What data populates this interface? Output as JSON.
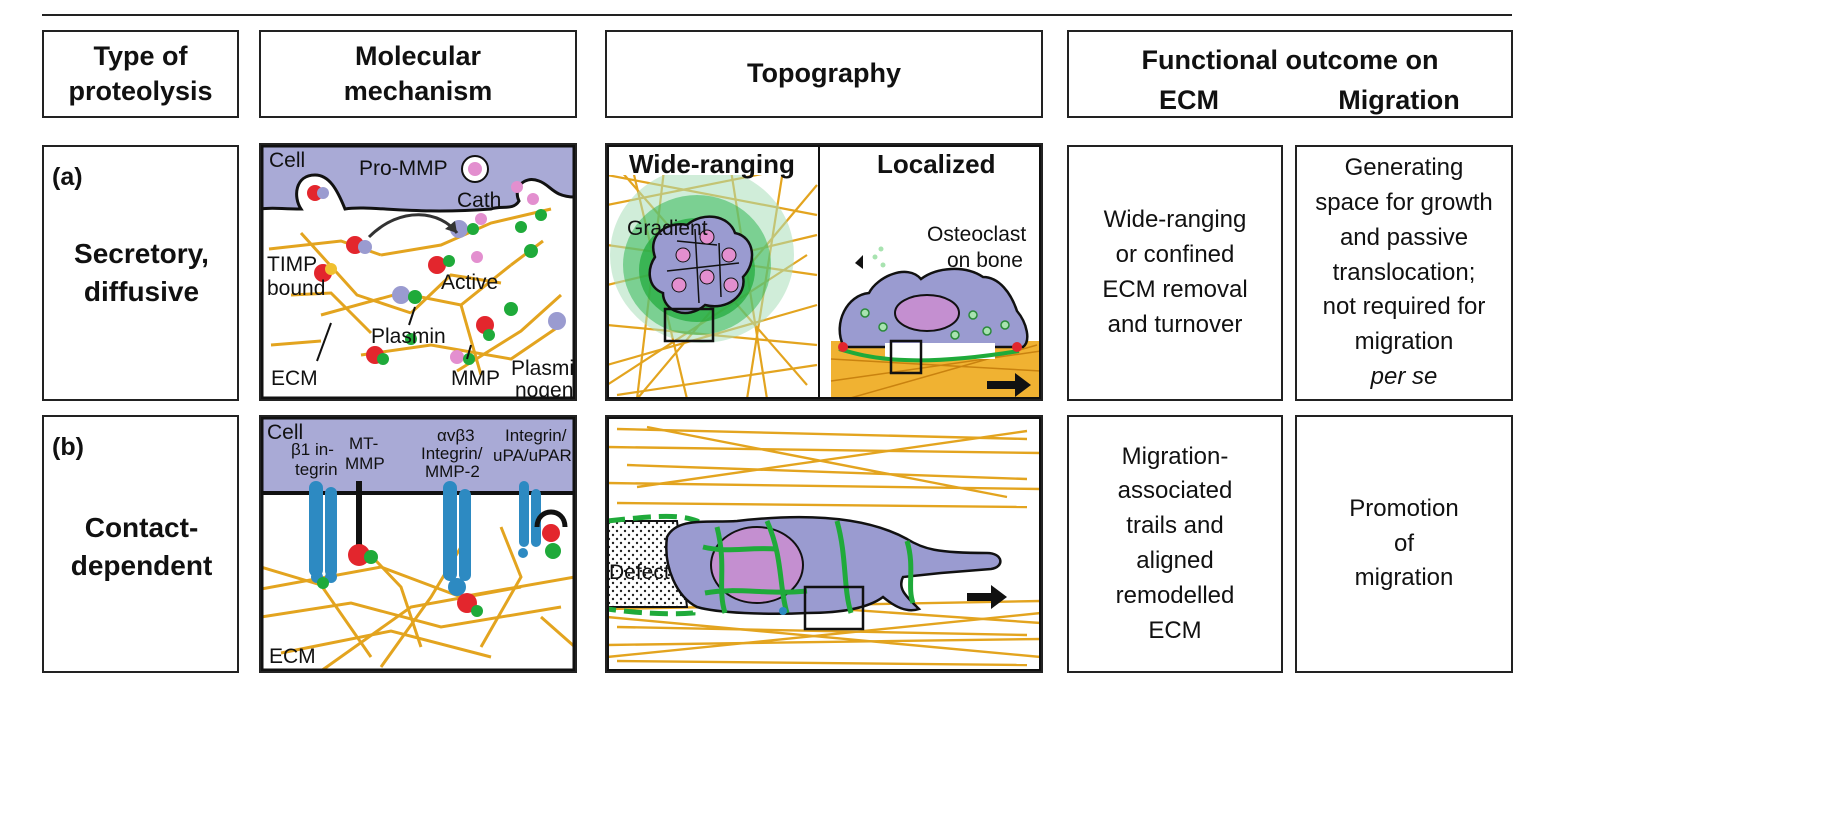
{
  "headers": {
    "type": "Type of proteolysis",
    "mechanism": "Molecular mechanism",
    "topography": "Topography",
    "outcome_title": "Functional outcome on",
    "outcome_ecm": "ECM",
    "outcome_migration": "Migration"
  },
  "row_a": {
    "tag": "(a)",
    "label": "Secretory, diffusive",
    "mechanism_labels": {
      "cell": "Cell",
      "pro_mmp": "Pro-MMP",
      "cath": "Cath",
      "timp": "TIMP",
      "bound": "bound",
      "active": "Active",
      "plasmin": "Plasmin",
      "ecm": "ECM",
      "mmp": "MMP",
      "plasmi": "Plasmi-",
      "nogen": "nogen"
    },
    "topo_labels": {
      "wide": "Wide-ranging",
      "localized": "Localized",
      "gradient": "Gradient",
      "osteoclast": "Osteoclast",
      "on_bone": "on bone"
    },
    "ecm_outcome": "Wide-ranging or confined ECM removal and turnover",
    "migration_outcome": "Generating space for growth and passive translocation; not required for migration",
    "migration_outcome_italic": "per se"
  },
  "row_b": {
    "tag": "(b)",
    "label": "Contact-dependent",
    "mechanism_labels": {
      "cell": "Cell",
      "b1a": "β1 in-",
      "b1b": "tegrin",
      "mt1": "MT-",
      "mt2": "MMP",
      "av1": "αvβ3",
      "av2": "Integrin/",
      "av3": "MMP-2",
      "up1": "Integrin/",
      "up2": "uPA/uPAR",
      "ecm": "ECM"
    },
    "topo_labels": {
      "defect": "Defect"
    },
    "ecm_outcome": "Migration-associated trails and aligned remodelled ECM",
    "migration_outcome": "Promotion of migration"
  },
  "colors": {
    "fiber": "#e3a41f",
    "cell": "#a9aad6",
    "mmp_red": "#e3262d",
    "plasmin_violet": "#9a9bd0",
    "green": "#1faa3a",
    "pink": "#e38fcf",
    "integrin_blue": "#2d8ac2",
    "nucleus": "#c48fd0",
    "bone": "#f0b232"
  }
}
